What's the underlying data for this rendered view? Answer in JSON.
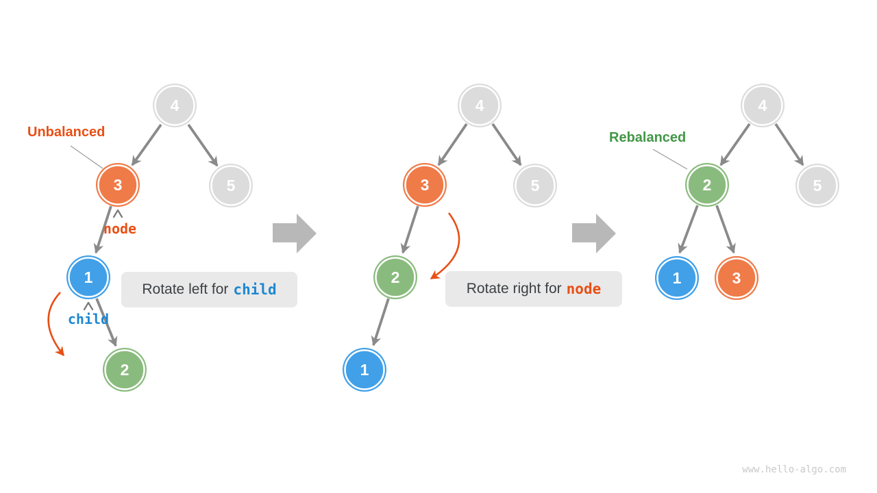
{
  "colors": {
    "gray_node": "#dcdcdc",
    "orange_node": "#ef7b49",
    "blue_node": "#41a0e8",
    "green_node": "#8abb7e",
    "edge": "#8a8a8a",
    "big_arrow": "#b8b8b8",
    "accent_orange": "#e84f15",
    "accent_blue": "#1d87d0",
    "accent_green": "#429647",
    "caption_bg": "#e9e9e9",
    "caption_text": "#3c4043",
    "watermark": "#c9c9c9",
    "caret": "#777777",
    "leader": "#999999"
  },
  "trees": [
    {
      "name": "unbalanced-tree",
      "annotation": "Unbalanced",
      "pointer_labels": {
        "node": "node",
        "child": "child"
      },
      "nodes": [
        {
          "value": "4",
          "color": "gray"
        },
        {
          "value": "3",
          "color": "orange"
        },
        {
          "value": "5",
          "color": "gray"
        },
        {
          "value": "1",
          "color": "blue"
        },
        {
          "value": "2",
          "color": "green"
        }
      ],
      "edges": [
        "4->3",
        "4->5",
        "3->1",
        "1->2"
      ]
    },
    {
      "name": "intermediate-tree",
      "nodes": [
        {
          "value": "4",
          "color": "gray"
        },
        {
          "value": "3",
          "color": "orange"
        },
        {
          "value": "5",
          "color": "gray"
        },
        {
          "value": "2",
          "color": "green"
        },
        {
          "value": "1",
          "color": "blue"
        }
      ],
      "edges": [
        "4->3",
        "4->5",
        "3->2",
        "2->1"
      ]
    },
    {
      "name": "rebalanced-tree",
      "annotation": "Rebalanced",
      "nodes": [
        {
          "value": "4",
          "color": "gray"
        },
        {
          "value": "2",
          "color": "green"
        },
        {
          "value": "5",
          "color": "gray"
        },
        {
          "value": "1",
          "color": "blue"
        },
        {
          "value": "3",
          "color": "orange"
        }
      ],
      "edges": [
        "4->2",
        "4->5",
        "2->1",
        "2->3"
      ]
    }
  ],
  "captions": {
    "left": {
      "prefix": "Rotate left for",
      "code": "child"
    },
    "right": {
      "prefix": "Rotate right for",
      "code": "node"
    }
  },
  "watermark": "www.hello-algo.com"
}
